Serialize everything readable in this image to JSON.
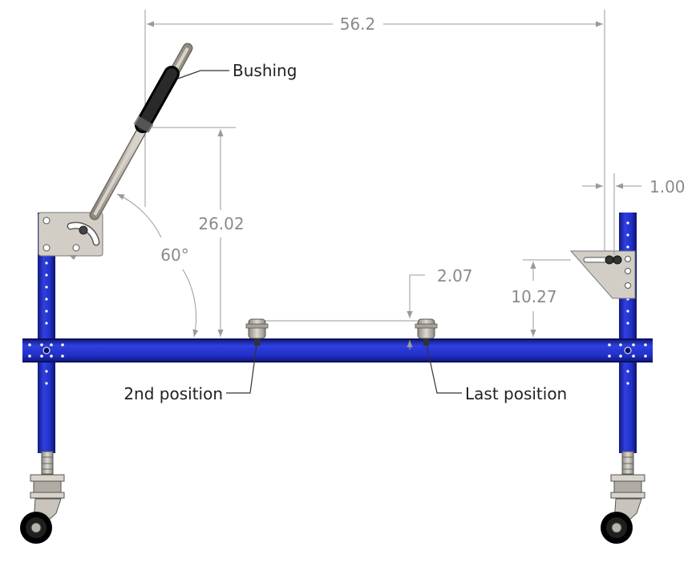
{
  "diagram": {
    "dimensions": {
      "overall_width": "56.2",
      "handle_height": "26.02",
      "handle_angle": "60°",
      "right_offset": "1.00",
      "bracket_height": "10.27",
      "position_gap": "2.07"
    },
    "callouts": {
      "bushing": "Bushing",
      "second_position": "2nd position",
      "last_position": "Last position"
    },
    "colors": {
      "frame_blue": "#2230c8",
      "frame_dark": "#101a80",
      "steel": "#c8c4bc",
      "rubber": "#1a1a1a",
      "dimension_gray": "#8a8a8a"
    }
  }
}
